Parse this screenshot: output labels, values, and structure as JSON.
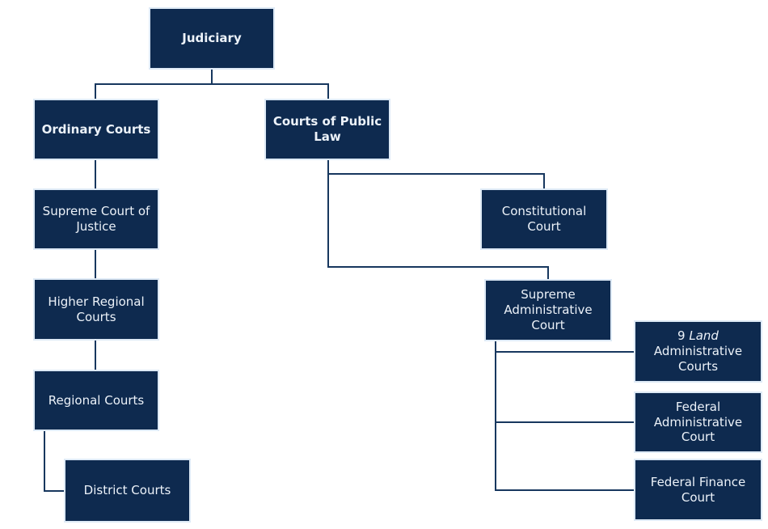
{
  "diagram": {
    "title": "Judiciary court system organization chart",
    "colors": {
      "background": "#FFFFFF",
      "box_fill": "#0E2A4F",
      "box_border": "#DEEAF6",
      "connector": "#17375E",
      "text": "#ECF2F9"
    },
    "nodes": {
      "judiciary": {
        "label": "Judiciary"
      },
      "ordinary_courts": {
        "label": "Ordinary Courts"
      },
      "courts_of_public_law": {
        "label": "Courts of Public Law"
      },
      "supreme_court_of_justice": {
        "label": "Supreme Court of Justice"
      },
      "higher_regional_courts": {
        "label": "Higher Regional Courts"
      },
      "regional_courts": {
        "label": "Regional Courts"
      },
      "district_courts": {
        "label": "District Courts"
      },
      "constitutional_court": {
        "label": "Constitutional Court"
      },
      "supreme_administrative_court": {
        "label": "Supreme Administrative Court"
      },
      "land_administrative_courts": {
        "prefix": "9 ",
        "italic": "Land",
        "suffix": " Administrative Courts"
      },
      "federal_administrative_court": {
        "label": "Federal Administrative Court"
      },
      "federal_finance_court": {
        "label": "Federal Finance Court"
      }
    }
  }
}
